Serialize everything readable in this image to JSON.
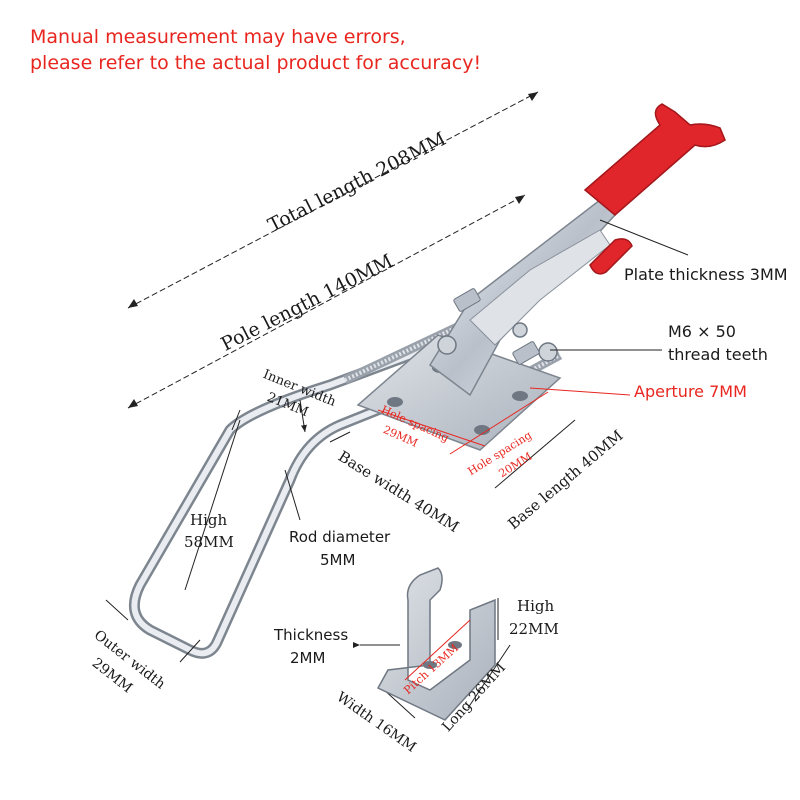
{
  "notice": {
    "line1": "Manual measurement may have errors,",
    "line2": "please refer to the actual product for accuracy!"
  },
  "dimensions": {
    "total_length": "Total length 208MM",
    "pole_length": "Pole length 140MM",
    "plate_thickness": "Plate thickness 3MM",
    "thread_line1": "M6 × 50",
    "thread_line2": "thread teeth",
    "aperture": "Aperture 7MM",
    "inner_width_line1": "Inner width",
    "inner_width_line2": "21MM",
    "hole_spacing_a_line1": "Hole spacing",
    "hole_spacing_a_line2": "29MM",
    "hole_spacing_b_line1": "Hole spacing",
    "hole_spacing_b_line2": "20MM",
    "base_length": "Base length 40MM",
    "base_width": "Base width 40MM",
    "high_line1": "High",
    "high_line2": "58MM",
    "rod_diameter_line1": "Rod diameter",
    "rod_diameter_line2": "5MM",
    "outer_width_line1": "Outer width",
    "outer_width_line2": "29MM",
    "thickness_line1": "Thickness",
    "thickness_line2": "2MM",
    "pitch": "Pitch 13MM",
    "catch_high_line1": "High",
    "catch_high_line2": "22MM",
    "long": "Long 26MM",
    "width": "Width 16MM"
  },
  "colors": {
    "handle_red": "#e0262b",
    "steel": "#c9ced6",
    "steel_dark": "#8a919b",
    "notice_red": "#e8261f"
  }
}
